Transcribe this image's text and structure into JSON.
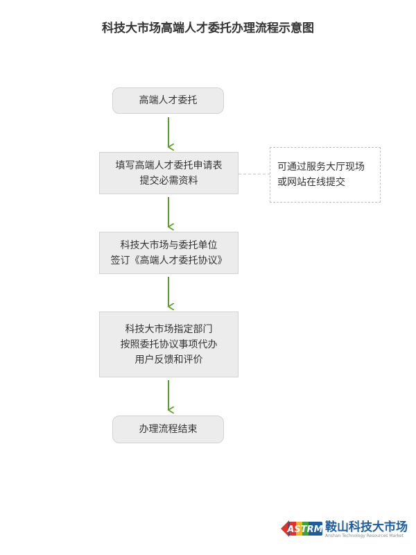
{
  "title": "科技大市场高端人才委托办理流程示意图",
  "nodes": [
    {
      "lines": [
        "高端人才委托"
      ],
      "shape": "rounded"
    },
    {
      "lines": [
        "填写高端人才委托申请表",
        "提交必需资料"
      ],
      "shape": "rect"
    },
    {
      "lines": [
        "科技大市场与委托单位",
        "签订《高端人才委托协议》"
      ],
      "shape": "rect"
    },
    {
      "lines": [
        "科技大市场指定部门",
        "按照委托协议事项代办",
        "用户反馈和评价"
      ],
      "shape": "rect"
    },
    {
      "lines": [
        "办理流程结束"
      ],
      "shape": "rounded"
    }
  ],
  "note": {
    "lines": [
      "可通过服务大厅现场",
      "或网站在线提交"
    ]
  },
  "colors": {
    "arrow": "#5a9e2e",
    "node_fill": "#ececec",
    "node_border": "#d2d2d2",
    "dashed": "#bdbdbd",
    "logo_blue": "#1d5c9e",
    "logo_red": "#e2312b",
    "logo_yellow": "#f3b71b",
    "logo_green": "#3aa33a"
  },
  "logo": {
    "mark": "ASTRM",
    "name": "鞍山科技大市场",
    "subtitle": "Anshan Technology Resources Market"
  }
}
